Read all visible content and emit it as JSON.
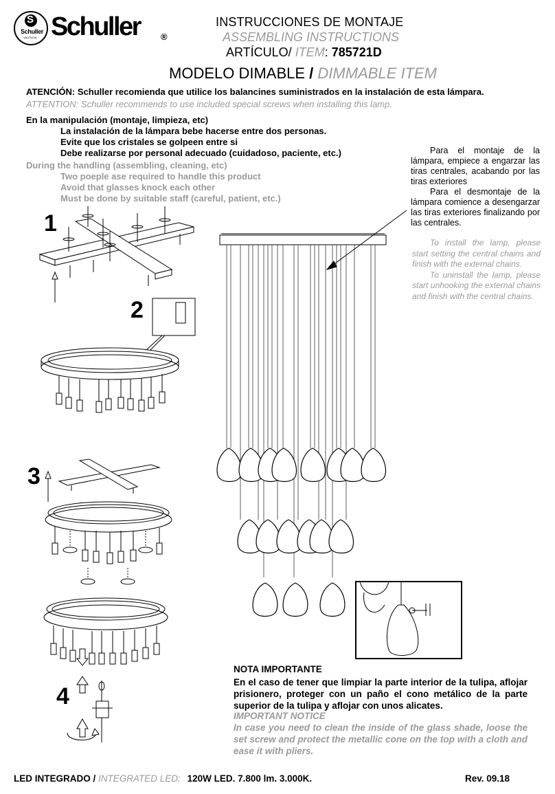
{
  "brand": {
    "name": "Schuller",
    "registered": "®",
    "badge_letter": "S",
    "badge_name": "Schuller",
    "badge_sub": "VALENCIA"
  },
  "header": {
    "title_es": "INSTRUCCIONES DE MONTAJE",
    "title_en": "ASSEMBLING INSTRUCTIONS",
    "item_label_es": "ARTÍCULO/",
    "item_label_en": "ITEM",
    "item_colon": ":",
    "item_number": "785721D",
    "model_es": "MODELO DIMABLE",
    "model_sep": "/",
    "model_en": "DIMMABLE ITEM"
  },
  "attention": {
    "es": "ATENCIÓN: Schuller recomienda que utilice los balancines suministrados en la instalación de esta lámpara.",
    "en": "ATTENTION: Schuller recommends to use included special screws when installing this lamp."
  },
  "handling": {
    "es_title": "En la manipulación (montaje, limpieza, etc)",
    "es_items": [
      "La instalación de la lámpara bebe hacerse entre dos personas.",
      "Evite que los cristales se golpeen entre si",
      "Debe realizarse por personal adecuado (cuidadoso, paciente, etc.)"
    ],
    "en_title": "During the handling (assembling, cleaning, etc)",
    "en_items": [
      "Two poeple ase required to handle this product",
      "Avoid that glasses knock each other",
      "Must be done by suitable staff (careful, patient, etc.)"
    ]
  },
  "mounting": {
    "es_p1": "Para el montaje de la lámpara, empiece a engarzar las tiras centrales, acabando por las tiras exteriores",
    "es_p2": "Para el desmontaje de la lámpara comience a desengarzar las tiras exteriores finalizando por las centrales.",
    "en_p1": "To install the lamp, please start setting the central chains and finish with the external chains.",
    "en_p2": "To uninstall the lamp, please start unhooking the external chains and finish with the central chains."
  },
  "steps": [
    "1",
    "2",
    "3",
    "4"
  ],
  "notice": {
    "es_title": "NOTA IMPORTANTE",
    "es_body": "En el caso de tener que limpiar la parte interior de la tulipa, aflojar prisionero, proteger con un paño el cono metálico de la parte superior de la tulipa y aflojar con unos alicates.",
    "en_title": "IMPORTANT NOTICE",
    "en_body": "In case you need to clean the  inside of the glass shade, loose the set screw and protect the metallic cone on the top with a cloth and ease it with pliers."
  },
  "footer": {
    "led_es": "LED INTEGRADO /",
    "led_en": "INTEGRATED LED:",
    "specs": "120W  LED.  7.800 lm.  3.000K.",
    "rev": "Rev. 09.18"
  },
  "colors": {
    "text": "#000000",
    "secondary_text": "#9a9a9a"
  }
}
